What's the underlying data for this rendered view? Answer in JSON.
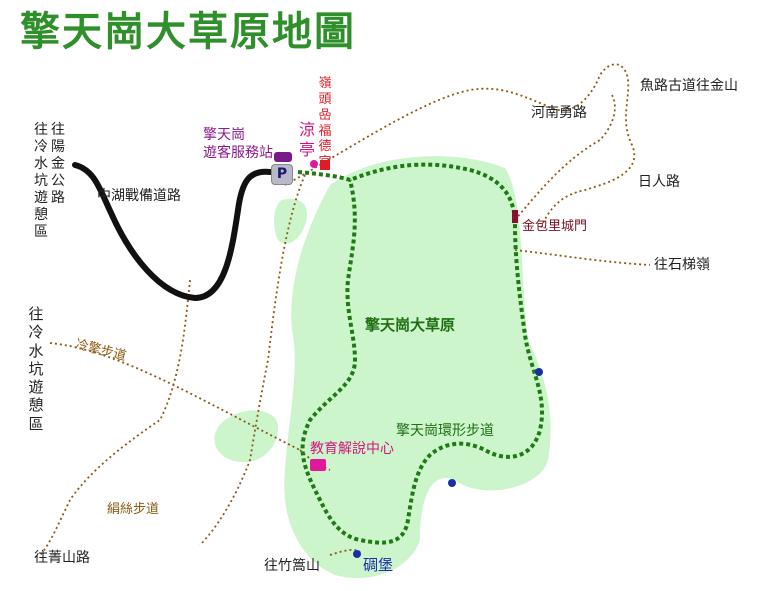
{
  "title": "擎天崗大草原地圖",
  "labels": {
    "to_yangjin": "往陽金公路",
    "to_lengshuikeng_top": "往冷水坑遊憩區",
    "zhonghu_road": "中湖戰備道路",
    "visitor_center": "擎天崗遊客服務站",
    "parking": "P",
    "pavilion": "涼亭",
    "temple": "嶺頭喦福德宮",
    "to_lengshuikeng_left": "往冷水坑遊憩區",
    "lengqing_trail": "冷擎步道",
    "grassland": "擎天崗大草原",
    "loop_trail": "擎天崗環形步道",
    "education_center": "教育解說中心",
    "juansi_trail": "絹絲步道",
    "to_jingshan": "往菁山路",
    "to_zhuxiangshan": "往竹篙山",
    "blockhouse": "碉堡",
    "henan_yong_road": "河南勇路",
    "fish_road": "魚路古道往金山",
    "riren_road": "日人路",
    "jinbaoli_gate": "金包里城門",
    "to_shitiling": "往石梯嶺"
  },
  "colors": {
    "title": "#2f8f2a",
    "grass": "#ccf5cc",
    "loop_trail": "#1e7a12",
    "road": "#111111",
    "footpath": "#8a5a15",
    "marker_blue": "#1a2ea8"
  }
}
